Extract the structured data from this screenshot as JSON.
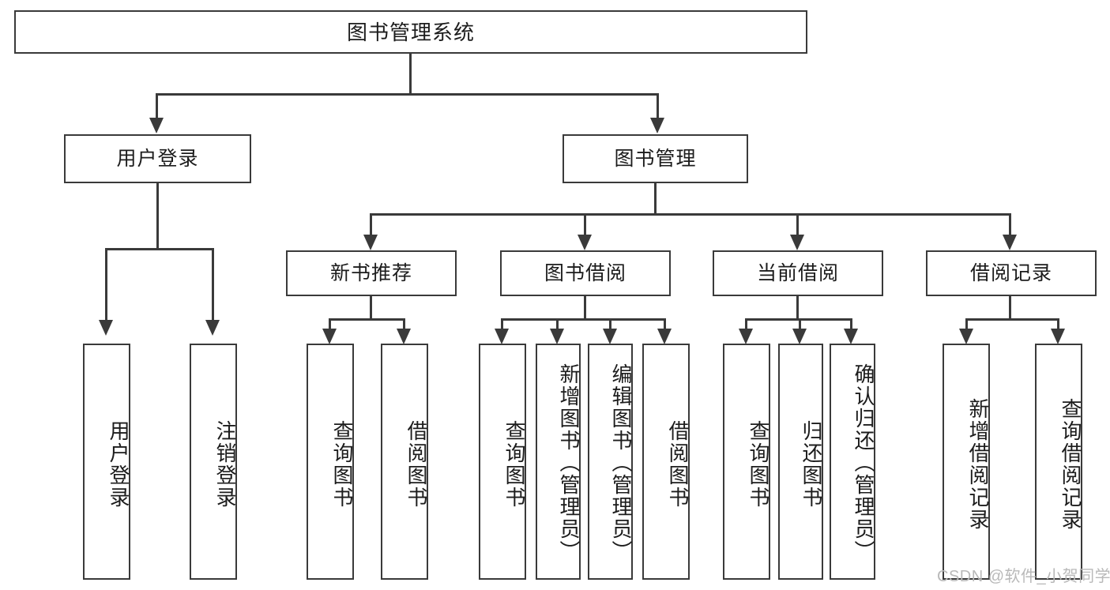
{
  "diagram": {
    "title": "图书管理系统",
    "type": "hierarchy-tree",
    "root": {
      "label": "图书管理系统"
    },
    "level2": [
      {
        "label": "用户登录"
      },
      {
        "label": "图书管理"
      }
    ],
    "level3": [
      {
        "label": "新书推荐"
      },
      {
        "label": "图书借阅"
      },
      {
        "label": "当前借阅"
      },
      {
        "label": "借阅记录"
      }
    ],
    "leaves": {
      "user_login": [
        {
          "label": "用户登录"
        },
        {
          "label": "注销登录"
        }
      ],
      "new_book_recommend": [
        {
          "label": "查询图书"
        },
        {
          "label": "借阅图书"
        }
      ],
      "book_borrow": [
        {
          "label": "查询图书"
        },
        {
          "label": "新增图书（管理员）"
        },
        {
          "label": "编辑图书（管理员）"
        },
        {
          "label": "借阅图书"
        }
      ],
      "current_borrow": [
        {
          "label": "查询图书"
        },
        {
          "label": "归还图书"
        },
        {
          "label": "确认归还（管理员）"
        }
      ],
      "borrow_record": [
        {
          "label": "新增借阅记录"
        },
        {
          "label": "查询借阅记录"
        }
      ]
    },
    "colors": {
      "stroke": "#3a3a3a",
      "fill": "#ffffff",
      "text": "#1c1c1c",
      "watermark": "#b9b9b9"
    }
  },
  "watermark": {
    "text": "CSDN @软件_小贺同学"
  }
}
